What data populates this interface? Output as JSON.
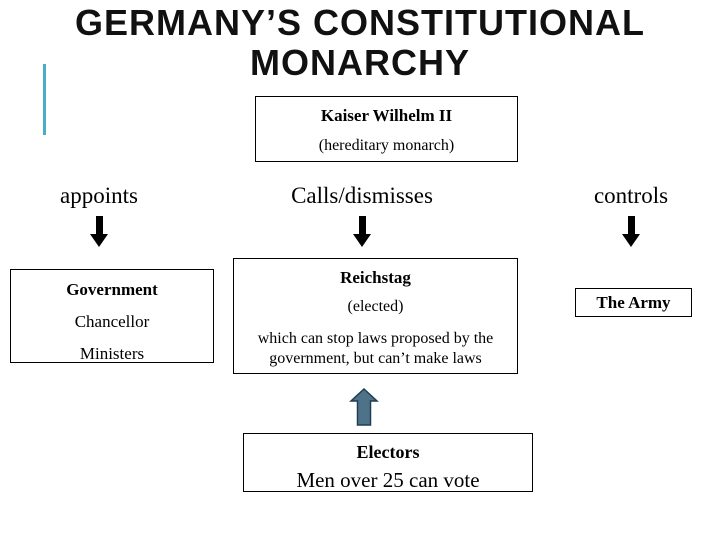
{
  "title": {
    "line1": "GERMANY’S CONSTITUTIONAL",
    "line2": "MONARCHY"
  },
  "kaiser_box": {
    "title": "Kaiser Wilhelm II",
    "subtitle": "(hereditary monarch)"
  },
  "relations": [
    {
      "label": "appoints"
    },
    {
      "label": "Calls/dismisses"
    },
    {
      "label": "controls"
    }
  ],
  "government_box": {
    "title": "Government",
    "role1": "Chancellor",
    "role2": "Ministers"
  },
  "reichstag_box": {
    "title": "Reichstag",
    "subtitle": "(elected)",
    "note": "which can stop laws proposed by the government, but can’t make laws"
  },
  "army_box": {
    "title": "The Army"
  },
  "electors_box": {
    "title": "Electors",
    "subtitle": "Men over 25 can vote"
  },
  "colors": {
    "background": "#FFFFFF",
    "title_text": "#111111",
    "accent_bar": "#4BACC6",
    "box_border": "#000000",
    "down_arrow": "#000000",
    "up_arrow_fill": "#4E7389",
    "up_arrow_outline": "#1F3D52"
  }
}
